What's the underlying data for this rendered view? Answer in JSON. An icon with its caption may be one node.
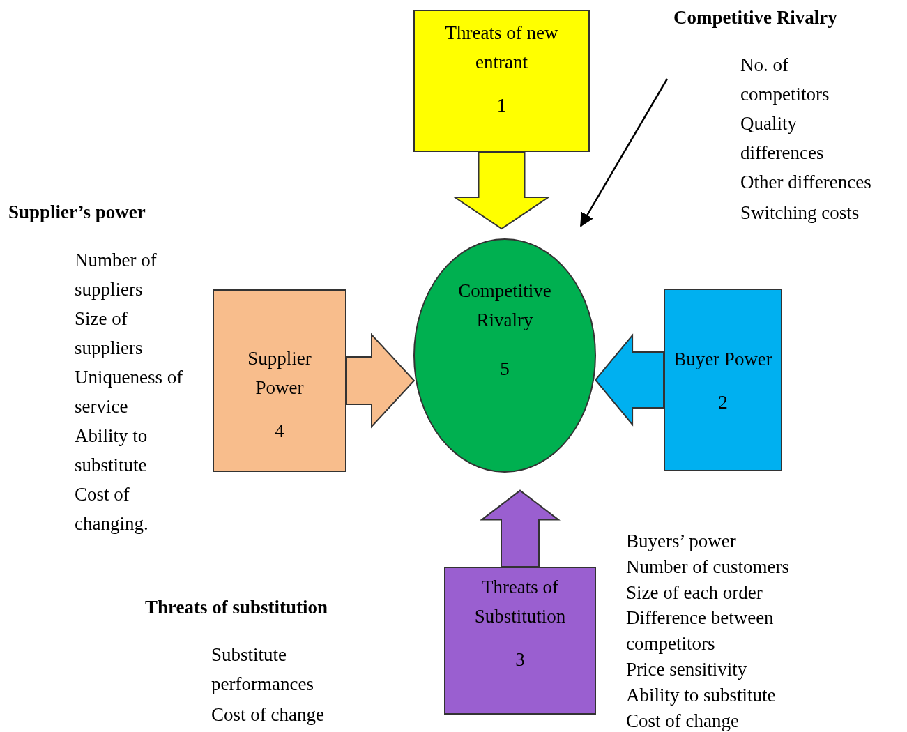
{
  "diagram": {
    "nodes": [
      {
        "text": [
          "Threats of new entrant",
          "1"
        ]
      },
      {
        "text": [
          "Competitive Rivalry",
          "5"
        ]
      },
      {
        "text": [
          "Buyer Power",
          "2"
        ]
      },
      {
        "text": [
          "Threats of Substitution",
          "3"
        ]
      },
      {
        "text": [
          "Supplier Power",
          "4"
        ]
      }
    ],
    "edges": [
      {
        "from": 0,
        "to": 1,
        "arrow": "to",
        "style": "thick",
        "color": "#ffff00"
      },
      {
        "from": 4,
        "to": 1,
        "arrow": "to",
        "style": "thick",
        "color": "#f8bd8c"
      },
      {
        "from": 2,
        "to": 1,
        "arrow": "to",
        "style": "thick",
        "color": "#00b0f0"
      },
      {
        "from": 3,
        "to": 1,
        "arrow": "to",
        "style": "thick",
        "color": "#9a5fd0"
      },
      {
        "from": null,
        "to": 1,
        "arrow": "to"
      }
    ],
    "labels": [
      "Competitive Rivalry",
      "No. of competitors",
      "Quality differences",
      "Other differences",
      "Switching costs",
      "Supplier’s power",
      "Number of suppliers",
      "Size of suppliers",
      "Uniqueness of service",
      "Ability to substitute",
      "Cost of changing.",
      "Buyers’ power",
      "Number of customers",
      "Size of each order",
      "Difference between competitors",
      "Price sensitivity",
      "Ability to substitute",
      "Cost of change",
      "Threats of substitution",
      "Substitute performances",
      "Cost of change"
    ]
  }
}
